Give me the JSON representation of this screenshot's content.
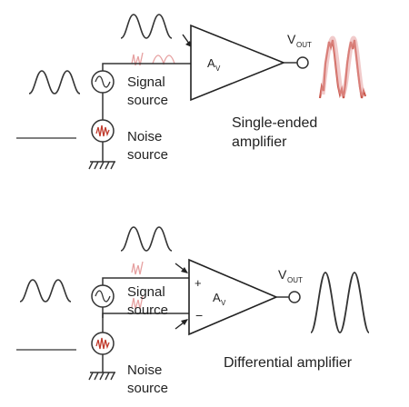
{
  "colors": {
    "signal": "#333333",
    "noise": "#c0392b",
    "noise_light": "#e6a0a0",
    "wire": "#333333"
  },
  "top": {
    "signal_source": [
      "Signal",
      "source"
    ],
    "noise_source": [
      "Noise",
      "source"
    ],
    "gain": "A",
    "gain_sub": "V",
    "vout": "V",
    "vout_sub": "OUT",
    "caption": [
      "Single-ended",
      "amplifier"
    ]
  },
  "bottom": {
    "signal_source": [
      "Signal",
      "source"
    ],
    "noise_source": [
      "Noise",
      "source"
    ],
    "gain": "A",
    "gain_sub": "V",
    "plus": "+",
    "minus": "−",
    "vout": "V",
    "vout_sub": "OUT",
    "caption": "Differential amplifier"
  },
  "icons": [
    "sine-source-icon",
    "noise-source-icon",
    "ground-icon",
    "opamp-triangle-icon"
  ]
}
